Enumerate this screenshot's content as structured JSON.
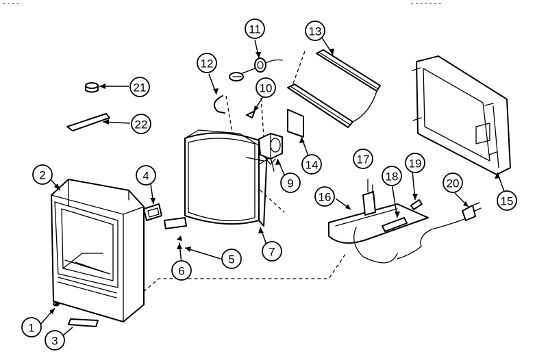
{
  "corner_marks": {
    "top_left": "- - - -",
    "top_right": "- -    - - - - -"
  },
  "callouts": [
    {
      "id": "1",
      "label": "1"
    },
    {
      "id": "2",
      "label": "2"
    },
    {
      "id": "3",
      "label": "3"
    },
    {
      "id": "4",
      "label": "4"
    },
    {
      "id": "5",
      "label": "5"
    },
    {
      "id": "6",
      "label": "6"
    },
    {
      "id": "7",
      "label": "7"
    },
    {
      "id": "9",
      "label": "9"
    },
    {
      "id": "10",
      "label": "10"
    },
    {
      "id": "11",
      "label": "11"
    },
    {
      "id": "12",
      "label": "12"
    },
    {
      "id": "13",
      "label": "13"
    },
    {
      "id": "14",
      "label": "14"
    },
    {
      "id": "15",
      "label": "15"
    },
    {
      "id": "16",
      "label": "16"
    },
    {
      "id": "17",
      "label": "17"
    },
    {
      "id": "18",
      "label": "18"
    },
    {
      "id": "19",
      "label": "19"
    },
    {
      "id": "20",
      "label": "20"
    },
    {
      "id": "21",
      "label": "21"
    },
    {
      "id": "22",
      "label": "22"
    }
  ]
}
